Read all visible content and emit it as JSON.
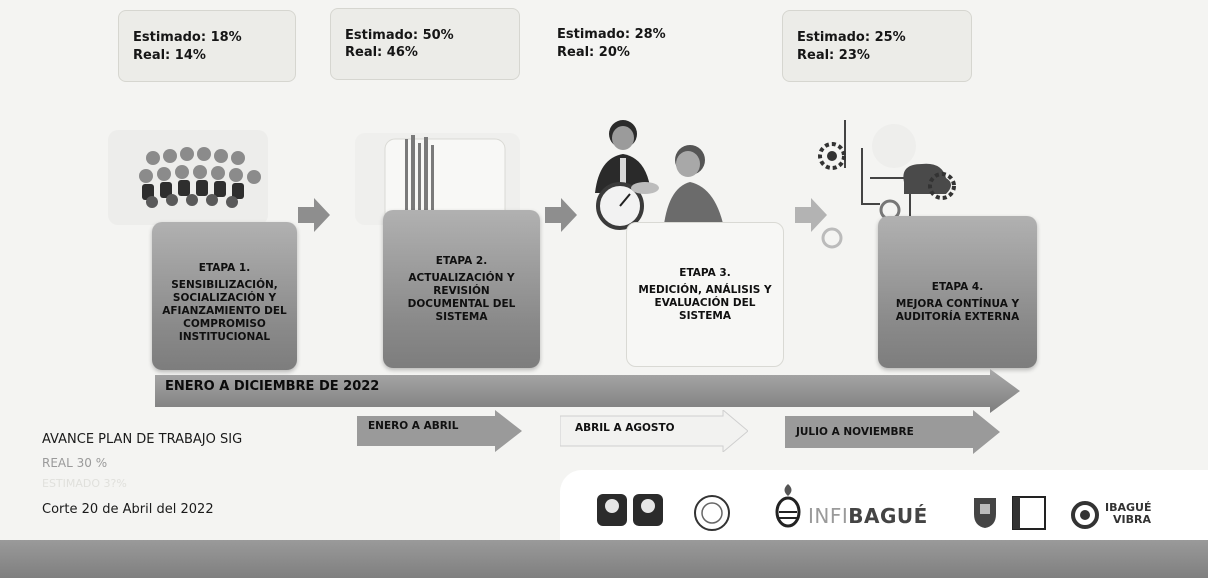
{
  "estimates": [
    {
      "estimated": "Estimado: 18%",
      "real": "Real: 14%"
    },
    {
      "estimated": "Estimado: 50%",
      "real": "Real: 46%"
    },
    {
      "estimated": "Estimado: 28%",
      "real": "Real: 20%"
    },
    {
      "estimated": "Estimado: 25%",
      "real": "Real: 23%"
    }
  ],
  "stages": [
    {
      "title": "ETAPA 1.",
      "text": "SENSIBILIZACIÓN, SOCIALIZACIÓN Y AFIANZAMIENTO DEL COMPROMISO INSTITUCIONAL"
    },
    {
      "title": "ETAPA 2.",
      "text": "ACTUALIZACIÓN Y REVISIÓN DOCUMENTAL DEL SISTEMA"
    },
    {
      "title": "ETAPA 3.",
      "text": "MEDICIÓN, ANÁLISIS Y EVALUACIÓN DEL SISTEMA"
    },
    {
      "title": "ETAPA 4.",
      "text": "MEJORA CONTÍNUA Y AUDITORÍA EXTERNA"
    }
  ],
  "timeline": {
    "label": "ENERO A DICIEMBRE DE 2022"
  },
  "periods": [
    "ENERO A ABRIL",
    "ABRIL A AGOSTO",
    "JULIO A NOVIEMBRE"
  ],
  "progress": {
    "title": "AVANCE PLAN DE TRABAJO SIG",
    "real": "REAL 30 %",
    "estimated": "ESTIMADO 3?%",
    "cutoff": "Corte 20 de Abril del 2022"
  },
  "logos": {
    "infibague_prefix": "INFI",
    "infibague_suffix": "BAGUÉ",
    "ibague_line1": "IBAGUÉ",
    "ibague_line2": "VIBRA"
  },
  "colors": {
    "stage_fill": "#9a9a9a",
    "arrow": "#8e8e8e",
    "background": "#f4f4f2"
  }
}
